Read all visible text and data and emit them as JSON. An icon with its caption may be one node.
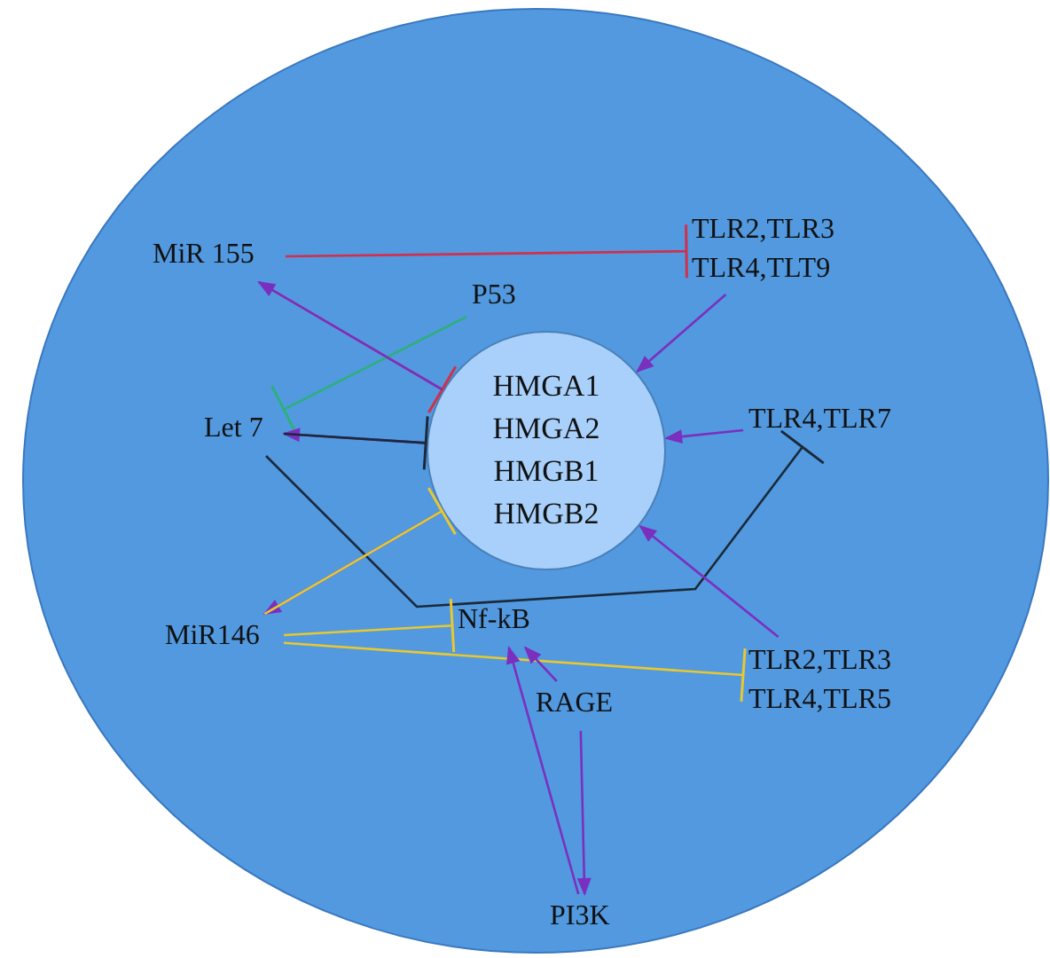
{
  "diagram": {
    "nodes": [
      {
        "text": [],
        "shape": "circle"
      },
      {
        "text": [
          "HMGA1",
          "HMGA2",
          "HMGB1",
          "HMGB2"
        ],
        "in": 0
      },
      {
        "text": [
          "MiR 155"
        ],
        "in": 0
      },
      {
        "text": [
          "P53"
        ],
        "in": 0
      },
      {
        "text": [
          "Let 7"
        ],
        "in": 0
      },
      {
        "text": [
          "TLR2,TLR3 TLR4,TLT9"
        ],
        "in": 0
      },
      {
        "text": [
          "TLR4,TLR7"
        ],
        "in": 0
      },
      {
        "text": [
          "MiR146"
        ],
        "in": 0
      },
      {
        "text": [
          "Nf-kB"
        ],
        "in": 0
      },
      {
        "text": [
          "TLR2,TLR3 TLR4,TLR5"
        ],
        "in": 0
      },
      {
        "text": [
          "RAGE"
        ],
        "in": 0
      },
      {
        "text": [
          "PI3K"
        ],
        "in": 0
      }
    ],
    "edges": [
      {
        "from": 2,
        "to": 5,
        "arrow": "other",
        "color": "#d0304a"
      },
      {
        "from": 2,
        "to": 1,
        "arrow": "other",
        "color": "#d0304a"
      },
      {
        "from": 3,
        "to": 4,
        "arrow": "other",
        "color": "#2db07a"
      },
      {
        "from": 1,
        "to": 2,
        "arrow": "to"
      },
      {
        "from": 1,
        "to": 4,
        "arrow": "to"
      },
      {
        "from": 4,
        "to": 1,
        "arrow": "other",
        "color": "#1a2a3a"
      },
      {
        "from": 4,
        "to": 6,
        "arrow": "other",
        "color": "#1a2a3a"
      },
      {
        "from": 5,
        "to": 1,
        "arrow": "to"
      },
      {
        "from": 6,
        "to": 1,
        "arrow": "to"
      },
      {
        "from": 1,
        "to": 7,
        "arrow": "to"
      },
      {
        "from": 7,
        "to": 1,
        "arrow": "other",
        "color": "#e8c830"
      },
      {
        "from": 7,
        "to": 8,
        "arrow": "other",
        "color": "#e8c830"
      },
      {
        "from": 7,
        "to": 9,
        "arrow": "other",
        "color": "#e8c830"
      },
      {
        "from": 9,
        "to": 1,
        "arrow": "to"
      },
      {
        "from": 10,
        "to": 8,
        "arrow": "to"
      },
      {
        "from": 10,
        "to": 11,
        "arrow": "to"
      },
      {
        "from": 11,
        "to": 8,
        "arrow": "to"
      }
    ]
  }
}
